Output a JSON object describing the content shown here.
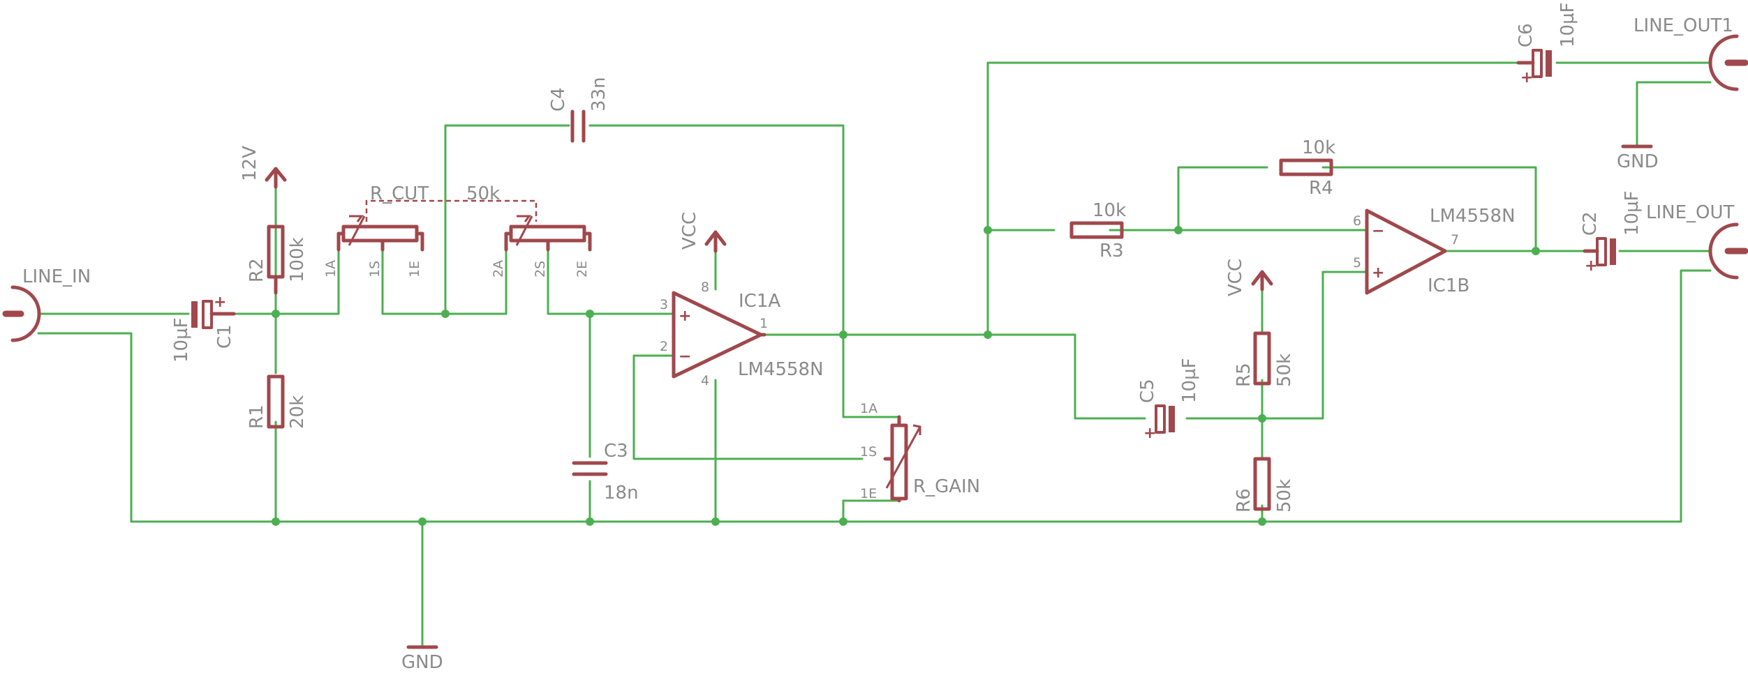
{
  "colors": {
    "wire": "#4caf50",
    "symbol": "#a0484c",
    "label": "#8a8a8a",
    "background": "#ffffff"
  },
  "connectors": {
    "line_in": "LINE_IN",
    "line_out": "LINE_OUT",
    "line_out1": "LINE_OUT1"
  },
  "power": {
    "gnd": "GND",
    "v12": "12V",
    "vcc": "VCC"
  },
  "resistors": {
    "r1": {
      "name": "R1",
      "value": "20k"
    },
    "r2": {
      "name": "R2",
      "value": "100k"
    },
    "r3": {
      "name": "R3",
      "value": "10k"
    },
    "r4": {
      "name": "R4",
      "value": "10k"
    },
    "r5": {
      "name": "R5",
      "value": "50k"
    },
    "r6": {
      "name": "R6",
      "value": "50k"
    }
  },
  "capacitors": {
    "c1": {
      "name": "C1",
      "value": "10µF"
    },
    "c2": {
      "name": "C2",
      "value": "10µF"
    },
    "c3": {
      "name": "C3",
      "value": "18n"
    },
    "c4": {
      "name": "C4",
      "value": "33n"
    },
    "c5": {
      "name": "C5",
      "value": "10µF"
    },
    "c6": {
      "name": "C6",
      "value": "10µF"
    }
  },
  "pots": {
    "r_cut": {
      "name": "R_CUT",
      "value": "50k",
      "pins": [
        "1A",
        "1S",
        "1E",
        "2A",
        "2S",
        "2E"
      ]
    },
    "r_gain": {
      "name": "R_GAIN",
      "pins": [
        "1A",
        "1S",
        "1E"
      ]
    }
  },
  "opamps": {
    "ic1a": {
      "name": "IC1A",
      "part": "LM4558N",
      "pins": [
        "3",
        "2",
        "1",
        "8",
        "4"
      ]
    },
    "ic1b": {
      "name": "IC1B",
      "part": "LM4558N",
      "pins": [
        "6",
        "5",
        "7"
      ]
    }
  },
  "signs": {
    "plus": "+",
    "minus": "−"
  }
}
